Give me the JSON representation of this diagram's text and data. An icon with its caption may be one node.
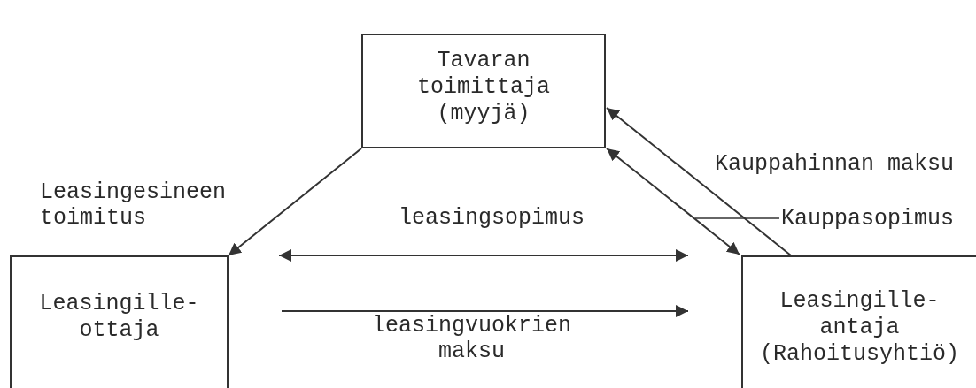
{
  "diagram": {
    "nodes": [
      {
        "text": [
          "Tavaran toimittaja (myyjä)"
        ]
      },
      {
        "text": [
          "Leasingille- ottaja"
        ]
      },
      {
        "text": [
          "Leasingille- antaja (Rahoitusyhtiö)"
        ]
      },
      {
        "text": [
          "Kauppasopimus"
        ]
      }
    ],
    "edges": [
      {
        "from": 0,
        "to": 1,
        "arrow": "to",
        "label": "Leasingesineen toimitus"
      },
      {
        "from": 1,
        "to": 2,
        "arrow": "both",
        "label": "leasingsopimus"
      },
      {
        "from": 1,
        "to": 2,
        "arrow": "to",
        "label": "leasingvuokrien maksu"
      },
      {
        "from": 2,
        "to": 0,
        "arrow": "to",
        "label": "Kauppahinnan maksu"
      },
      {
        "from": 0,
        "to": 2,
        "arrow": "both"
      },
      {
        "from": 3,
        "to": null,
        "arrow": "none"
      }
    ]
  }
}
